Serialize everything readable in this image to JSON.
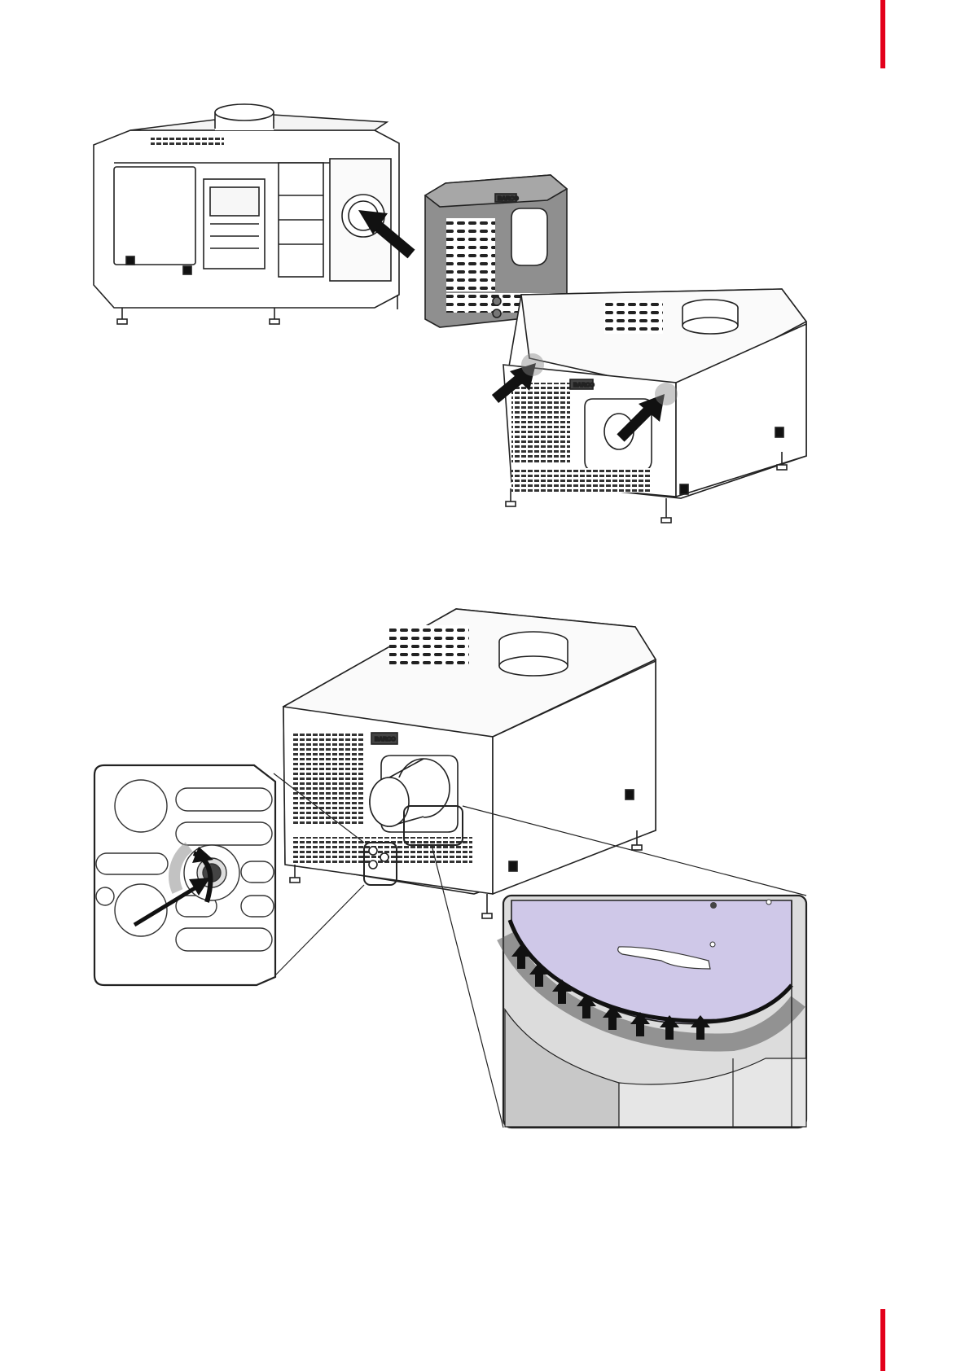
{
  "page": {
    "accent_color": "#e3001b",
    "figures": [
      {
        "name": "front-cover-removal-figure",
        "brand_label": "BARCO"
      },
      {
        "name": "front-cover-reinstall-figure",
        "brand_label": "BARCO"
      },
      {
        "name": "lens-seal-check-figure",
        "brand_label": "BARCO"
      }
    ]
  }
}
